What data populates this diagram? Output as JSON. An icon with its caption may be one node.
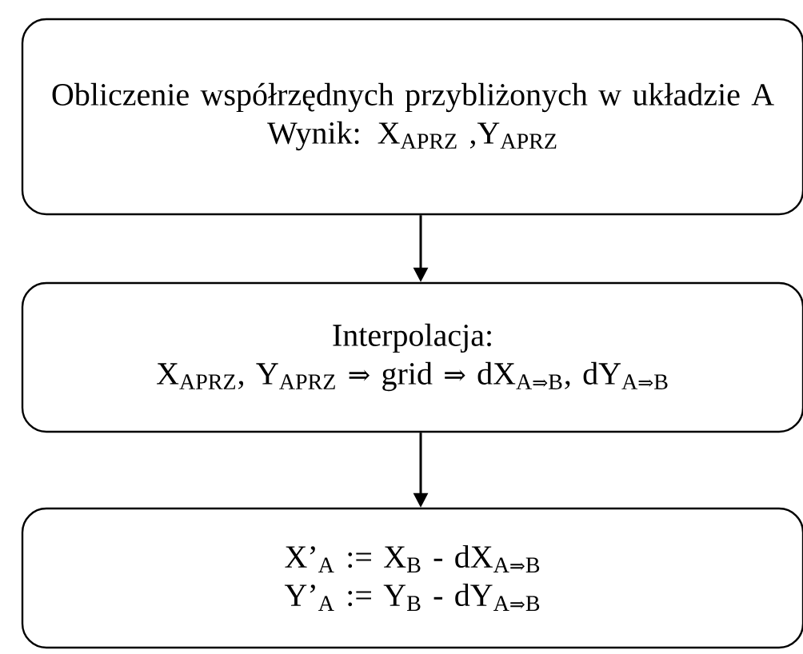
{
  "diagram": {
    "nodes": [
      {
        "text": [
          "Obliczenie współrzędnych przybliżonych w układzie A",
          "Wynik: X$_{APRZ}$ ,Y$_{APRZ}$"
        ]
      },
      {
        "text": [
          "Interpolacja:",
          "X$_{APRZ}$, Y$_{APRZ}$ ⇒ grid ⇒ dX$_{A⇒B}$, dY$_{A⇒B}$"
        ]
      },
      {
        "text": [
          "X’$_{A}$ := X$_{B}$ - dX$_{A⇒B}$",
          "Y’$_{A}$ := Y$_{B}$ - dY$_{A⇒B}$"
        ]
      }
    ],
    "edges": [
      {
        "from": 0,
        "to": 1,
        "arrow": "to"
      },
      {
        "from": 1,
        "to": 2,
        "arrow": "to"
      }
    ]
  }
}
